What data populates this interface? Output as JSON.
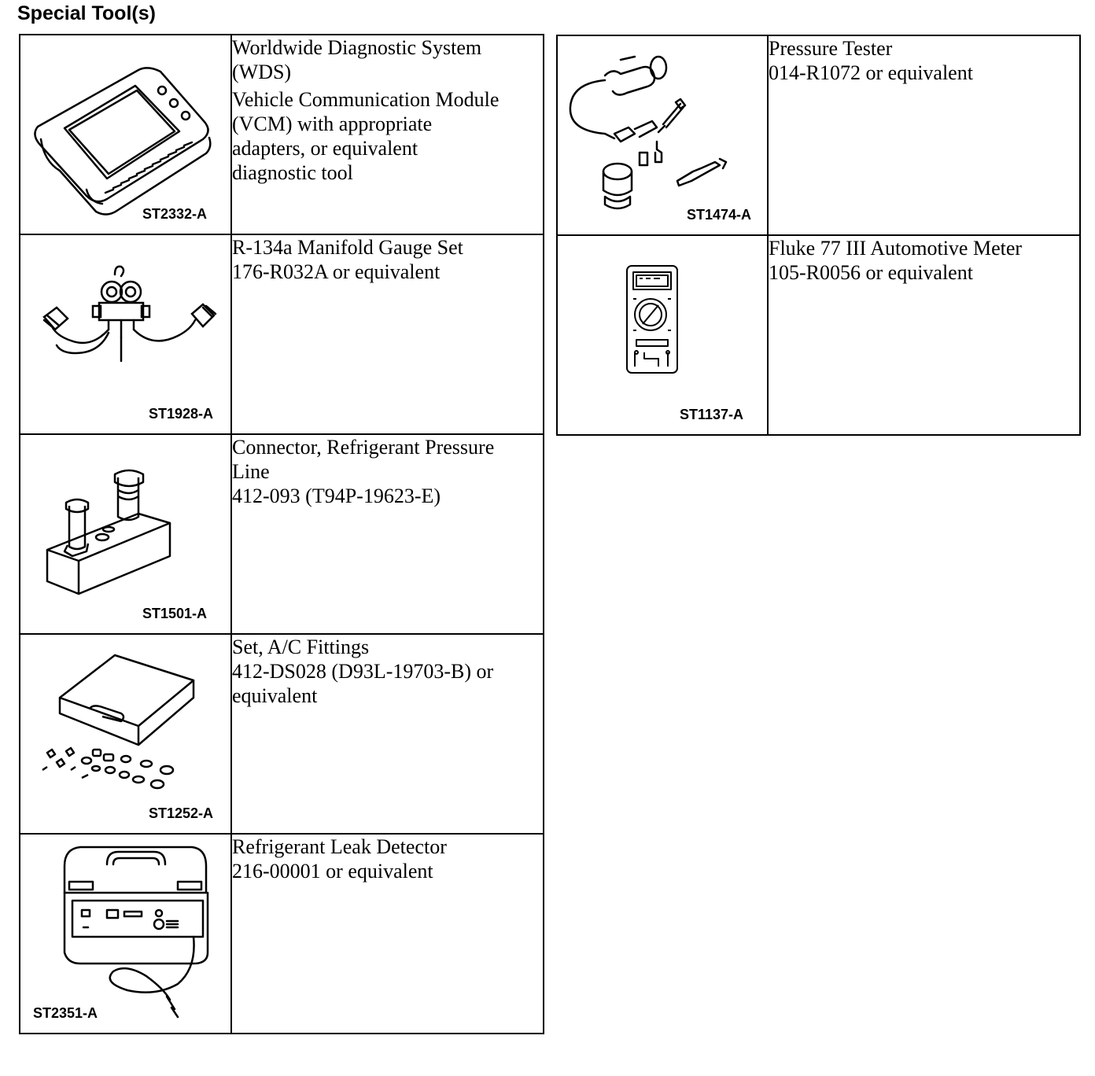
{
  "heading": "Special Tool(s)",
  "left_tools": [
    {
      "code": "ST2332-A",
      "icon": "diagnostic-tablet-illustration",
      "description": [
        [
          "Worldwide Diagnostic System",
          "(WDS)"
        ],
        [
          "Vehicle Communication Module",
          "(VCM) with appropriate",
          "adapters, or equivalent",
          "diagnostic tool"
        ]
      ]
    },
    {
      "code": "ST1928-A",
      "icon": "manifold-gauge-illustration",
      "description": [
        [
          "R-134a Manifold Gauge Set",
          "176-R032A or equivalent"
        ]
      ]
    },
    {
      "code": "ST1501-A",
      "icon": "pressure-line-connector-illustration",
      "description": [
        [
          "Connector, Refrigerant Pressure",
          "Line",
          "412-093 (T94P-19623-E)"
        ]
      ]
    },
    {
      "code": "ST1252-A",
      "icon": "fittings-case-illustration",
      "description": [
        [
          "Set, A/C Fittings",
          "412-DS028 (D93L-19703-B) or",
          "equivalent"
        ]
      ]
    },
    {
      "code": "ST2351-A",
      "icon": "leak-detector-illustration",
      "description": [
        [
          "Refrigerant Leak Detector",
          "216-00001 or equivalent"
        ]
      ]
    }
  ],
  "right_tools": [
    {
      "code": "ST1474-A",
      "icon": "pressure-tester-illustration",
      "description": [
        [
          "Pressure Tester",
          "014-R1072 or equivalent"
        ]
      ]
    },
    {
      "code": "ST1137-A",
      "icon": "multimeter-illustration",
      "description": [
        [
          "Fluke 77 III Automotive Meter",
          "105-R0056 or equivalent"
        ]
      ]
    }
  ]
}
